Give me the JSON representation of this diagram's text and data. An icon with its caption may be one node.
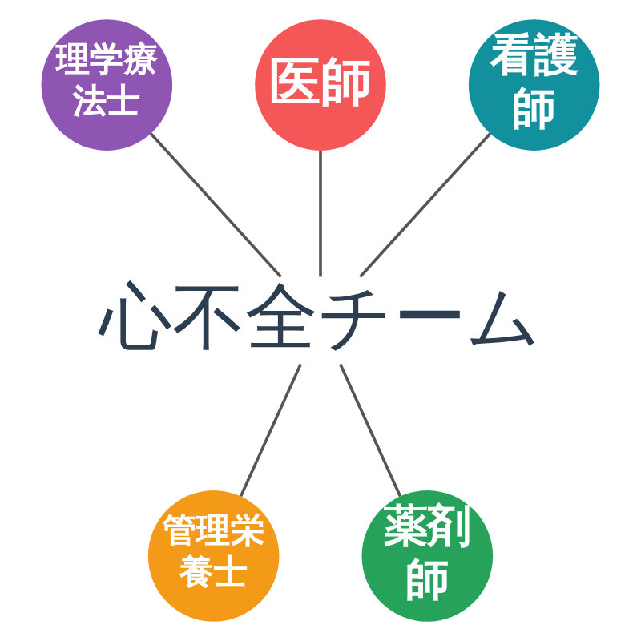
{
  "diagram": {
    "nodes": [
      {
        "text": [
          "医師"
        ]
      },
      {
        "text": [
          "理学療法士"
        ]
      },
      {
        "text": [
          "看護師"
        ]
      },
      {
        "text": [
          "心不全チーム"
        ]
      },
      {
        "text": [
          "管理栄養士"
        ]
      },
      {
        "text": [
          "薬剤師"
        ]
      }
    ],
    "edges": [
      {
        "from": 1,
        "to": 3,
        "arrow": "none"
      },
      {
        "from": 0,
        "to": 3,
        "arrow": "none"
      },
      {
        "from": 2,
        "to": 3,
        "arrow": "none"
      },
      {
        "from": 3,
        "to": 4,
        "arrow": "none"
      },
      {
        "from": 3,
        "to": 5,
        "arrow": "none"
      }
    ]
  }
}
